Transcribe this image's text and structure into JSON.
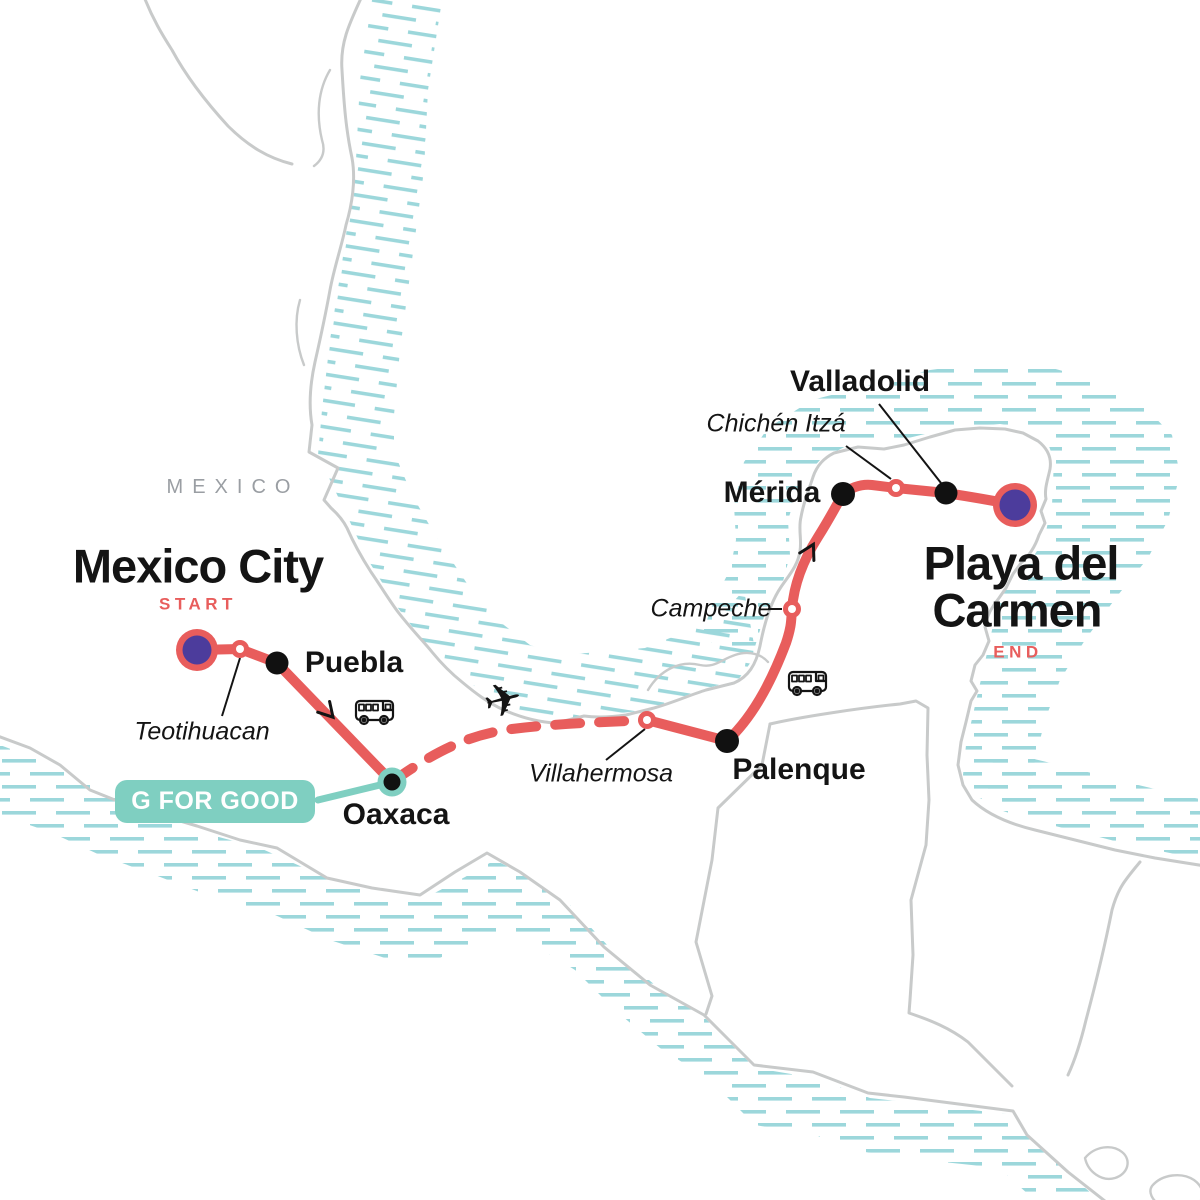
{
  "map": {
    "country_label": "MEXICO",
    "start_tag": "START",
    "end_tag": "END",
    "badge_label": "G FOR GOOD",
    "end_city_lines": [
      "Playa del",
      "Carmen"
    ],
    "stops": [
      {
        "name": "Mexico City",
        "marker": "large-purple-dot-coral-ring",
        "role": "start"
      },
      {
        "name": "Teotihuacan",
        "marker": "small-coral-ring",
        "role": "visited-site"
      },
      {
        "name": "Puebla",
        "marker": "black-dot",
        "role": "overnight-stop"
      },
      {
        "name": "Oaxaca",
        "marker": "black-dot-teal-ring",
        "role": "overnight-stop-g-for-good"
      },
      {
        "name": "Villahermosa",
        "marker": "small-coral-ring",
        "role": "visited-site"
      },
      {
        "name": "Palenque",
        "marker": "black-dot",
        "role": "overnight-stop"
      },
      {
        "name": "Campeche",
        "marker": "small-coral-ring",
        "role": "visited-site"
      },
      {
        "name": "Mérida",
        "marker": "black-dot",
        "role": "overnight-stop"
      },
      {
        "name": "Chichén Itzá",
        "marker": "small-coral-ring",
        "role": "visited-site"
      },
      {
        "name": "Valladolid",
        "marker": "black-dot",
        "role": "overnight-stop"
      },
      {
        "name": "Playa del Carmen",
        "marker": "large-purple-dot-coral-ring",
        "role": "end"
      }
    ],
    "legs": [
      {
        "from": "Mexico City",
        "to": "Oaxaca",
        "line": "solid",
        "mode_icon": "bus"
      },
      {
        "from": "Oaxaca",
        "to": "Villahermosa",
        "line": "dashed",
        "mode_icon": "plane"
      },
      {
        "from": "Villahermosa",
        "to": "Mérida",
        "line": "solid",
        "mode_icon": "bus"
      },
      {
        "from": "Mérida",
        "to": "Playa del Carmen",
        "line": "solid",
        "mode_icon": null
      }
    ],
    "colors": {
      "route": "#E85D5C",
      "terminus_fill": "#4C3C9C",
      "g_for_good_teal": "#7FCFC1",
      "water_hatch": "#9CD7DB",
      "coastline": "#C8CACA",
      "text": "#141414",
      "country_text": "#9A9EA3"
    },
    "icons": {
      "plane_glyph": "✈",
      "bus": "minibus-outline",
      "direction_arrow": "open-chevron"
    }
  }
}
